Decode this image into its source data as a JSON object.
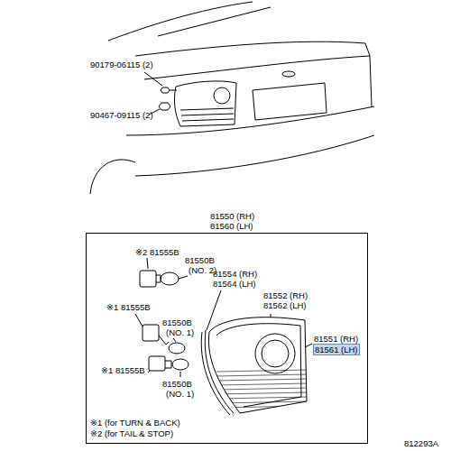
{
  "diagram": {
    "nodes": [
      {
        "text": [
          "81550 (RH) 81560 (LH)"
        ]
      }
    ],
    "labels": [
      "90179-06115 (2)",
      "90467-09115 (2)",
      "※2 81555B",
      "81550B",
      "(NO. 2)",
      "81554 (RH)",
      "81564 (LH)",
      "81552 (RH)",
      "81562 (LH)",
      "※1 81555B",
      "81550B",
      "(NO. 1)",
      "※1 81555B",
      "81550B",
      "(NO. 1)",
      "81551 (RH)",
      "81561 (LH)",
      "※1 (for TURN & BACK)",
      "※2 (for TAIL & STOP)",
      "812293A"
    ]
  }
}
